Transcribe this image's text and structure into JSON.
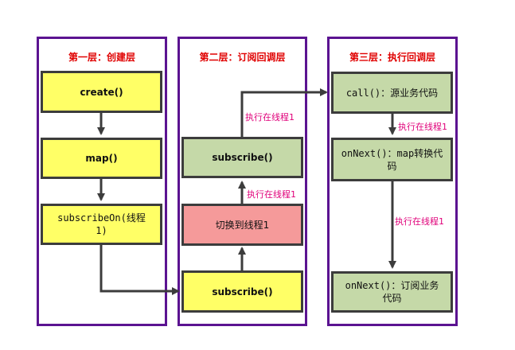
{
  "layers": [
    {
      "title": "第一层：创建层"
    },
    {
      "title": "第二层：订阅回调层"
    },
    {
      "title": "第三层：执行回调层"
    }
  ],
  "nodes": {
    "create": "create()",
    "map": "map()",
    "subscribe_on": "subscribeOn(线程1)",
    "subscribe_bottom": "subscribe()",
    "switch_thread": "切换到线程1",
    "subscribe_top": "subscribe()",
    "call": "call()：源业务代码",
    "on_next_map": "onNext()：map转换代码",
    "on_next_sub": "onNext()：订阅业务代码"
  },
  "edge_labels": {
    "switch_to_subscribe": "执行在线程1",
    "subscribe_to_call": "执行在线程1",
    "call_to_onnext": "执行在线程1",
    "onnext_to_onnext": "执行在线程1"
  },
  "colors": {
    "layer_border": "#5b1391",
    "node_border": "#3c3c3c",
    "yellow": "#ffff66",
    "green": "#c5d9a8",
    "red": "#f59a9a",
    "title": "#e00000",
    "edge_label": "#e0007a"
  }
}
